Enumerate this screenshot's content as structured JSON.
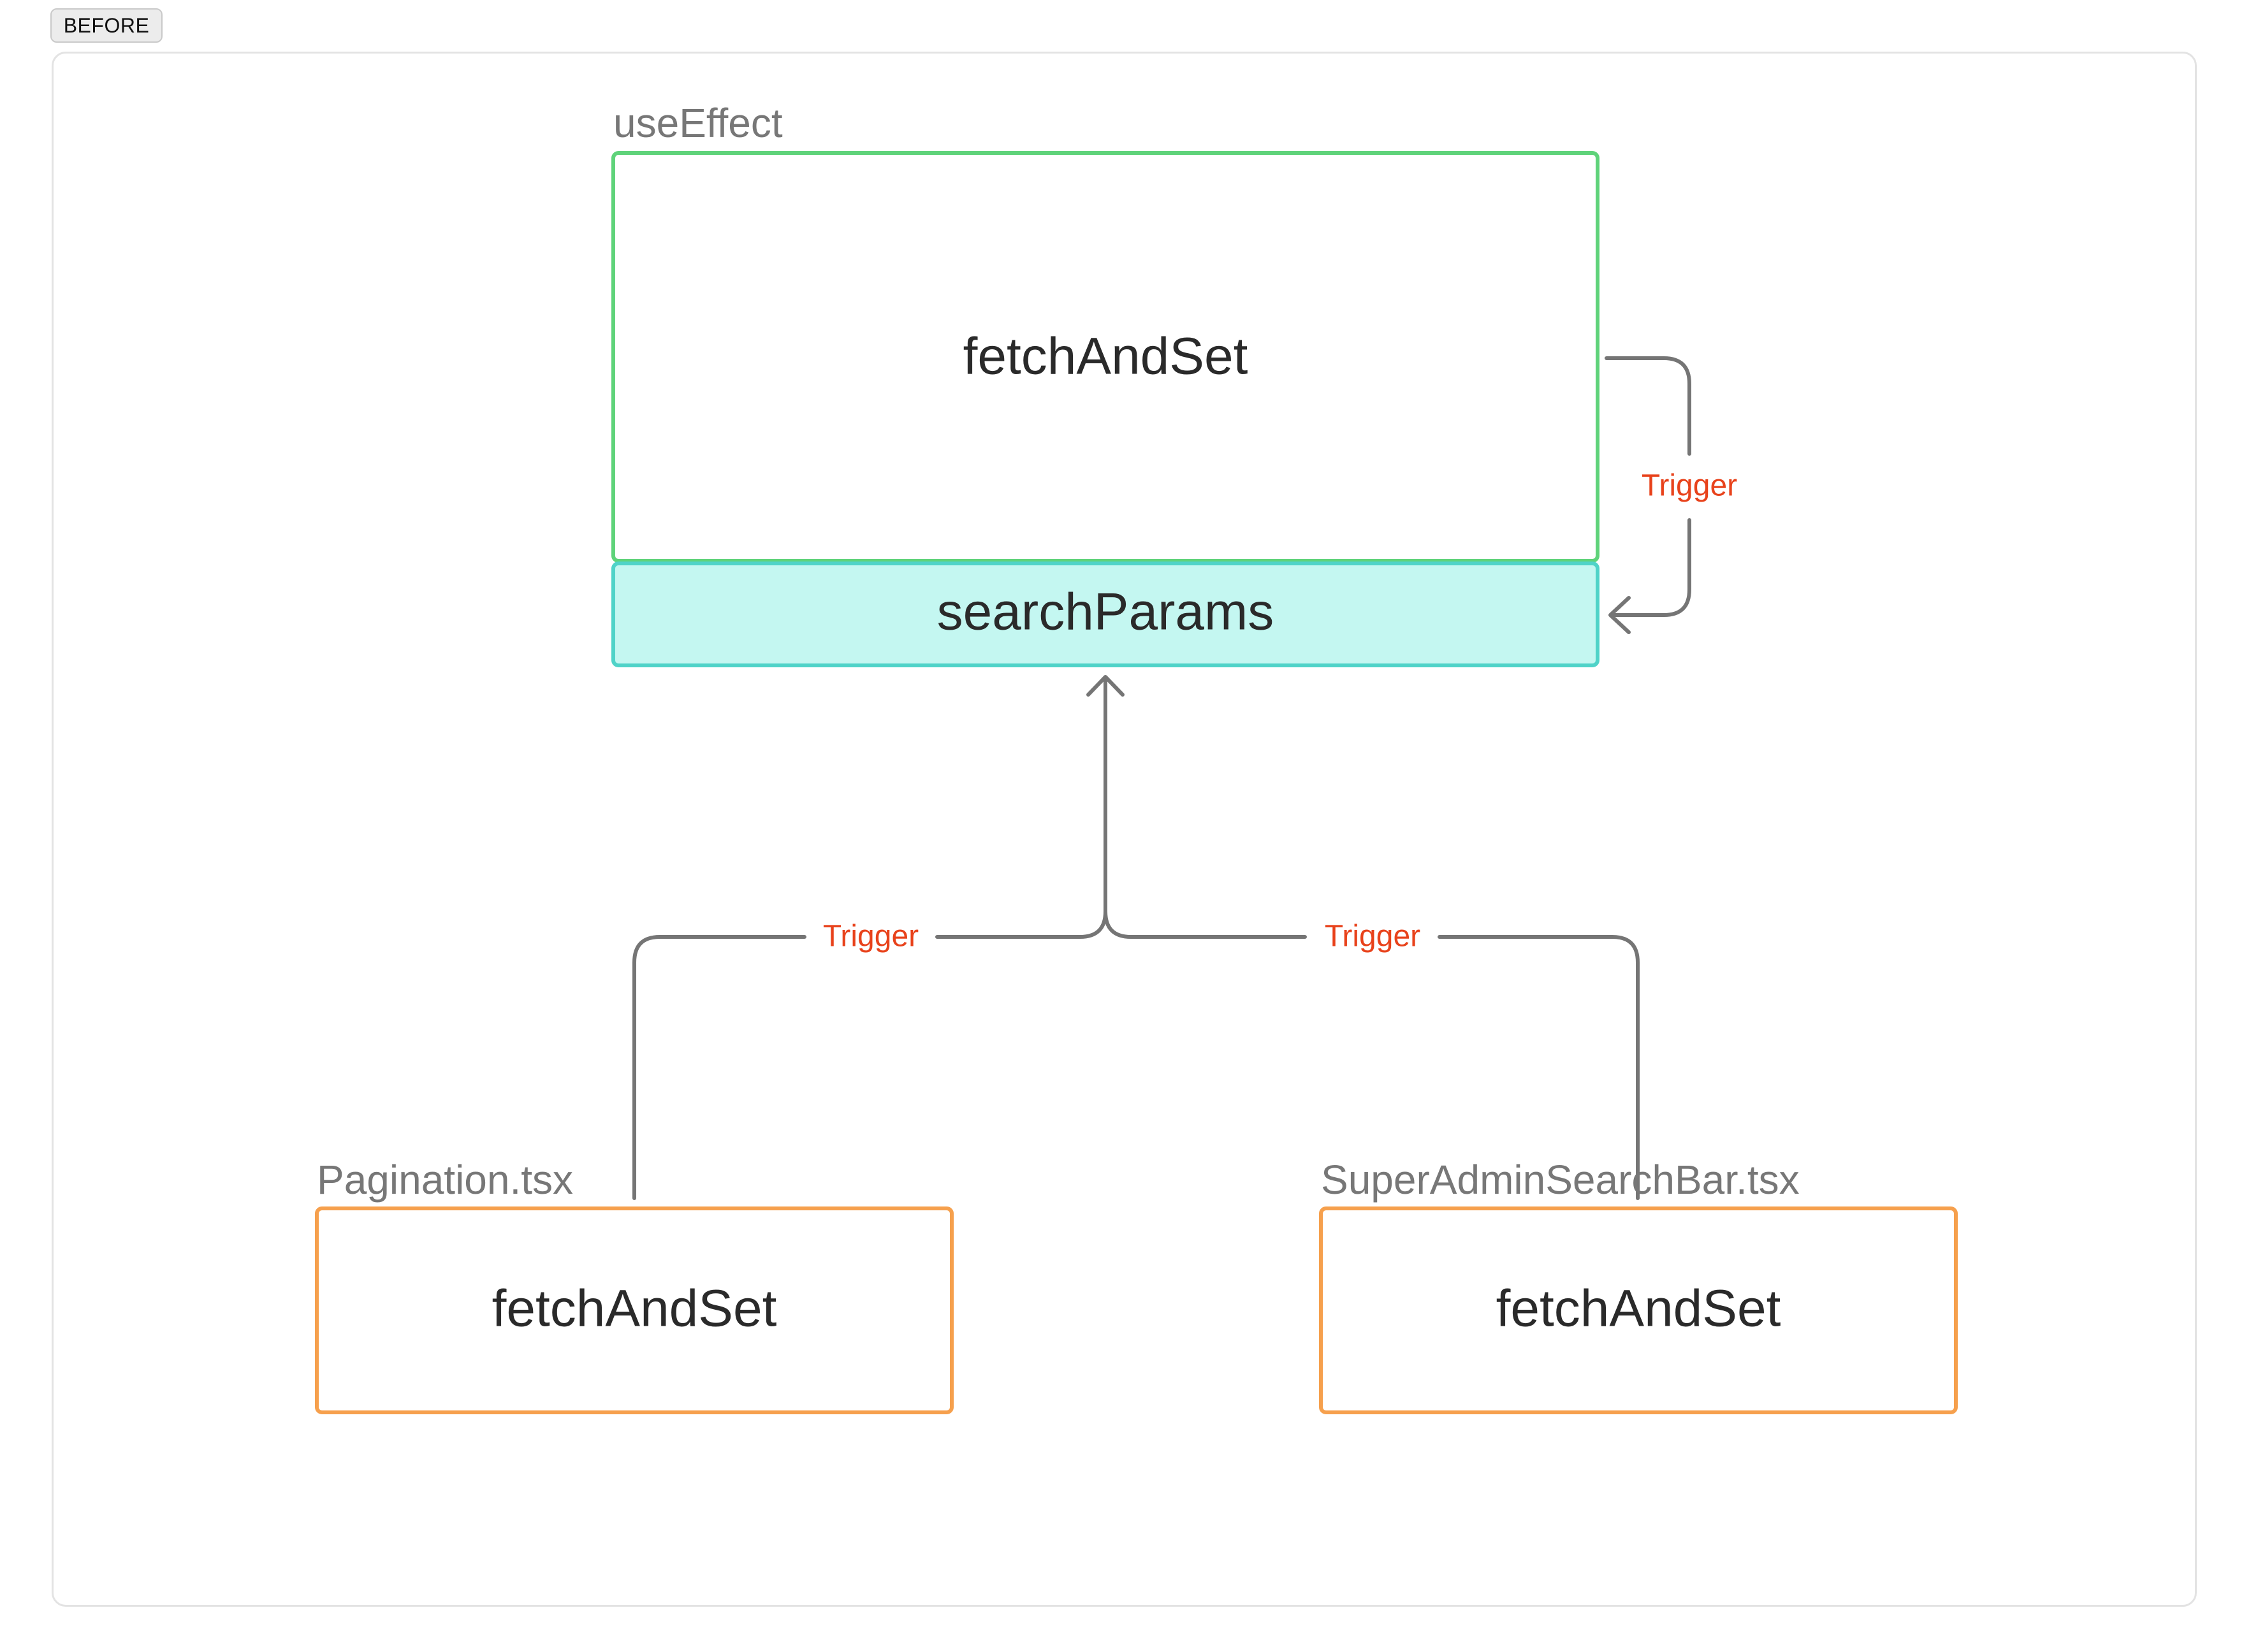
{
  "badge": {
    "label": "BEFORE"
  },
  "diagram": {
    "effect": {
      "group_label": "useEffect",
      "box_label": "fetchAndSet"
    },
    "params": {
      "box_label": "searchParams"
    },
    "pagination": {
      "group_label": "Pagination.tsx",
      "box_label": "fetchAndSet"
    },
    "searchbar": {
      "group_label": "SuperAdminSearchBar.tsx",
      "box_label": "fetchAndSet"
    },
    "edges": {
      "self_trigger": "Trigger",
      "left_trigger": "Trigger",
      "right_trigger": "Trigger"
    }
  },
  "colors": {
    "effect_border": "#5fd37a",
    "params_border": "#4fd3c8",
    "params_fill": "#c4f7f1",
    "component_border": "#f6a04d",
    "connector": "#757575",
    "edge_label": "#e8421b"
  }
}
